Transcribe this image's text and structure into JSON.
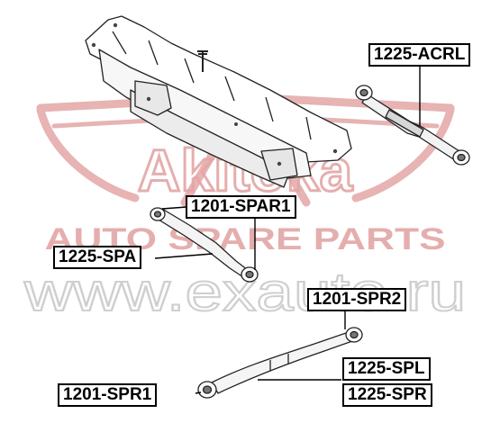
{
  "watermark": {
    "brand": "Akitoka",
    "tagline": "AUTO SPARE PARTS",
    "website": "www.exauto.ru",
    "color": "#e3a6a6",
    "web_color": "#d7d7d7"
  },
  "part_labels": {
    "acrl": "1225-ACRL",
    "spar1": "1201-SPAR1",
    "spa": "1225-SPA",
    "spr2": "1201-SPR2",
    "spl": "1225-SPL",
    "spr": "1225-SPR",
    "spr1": "1201-SPR1"
  }
}
